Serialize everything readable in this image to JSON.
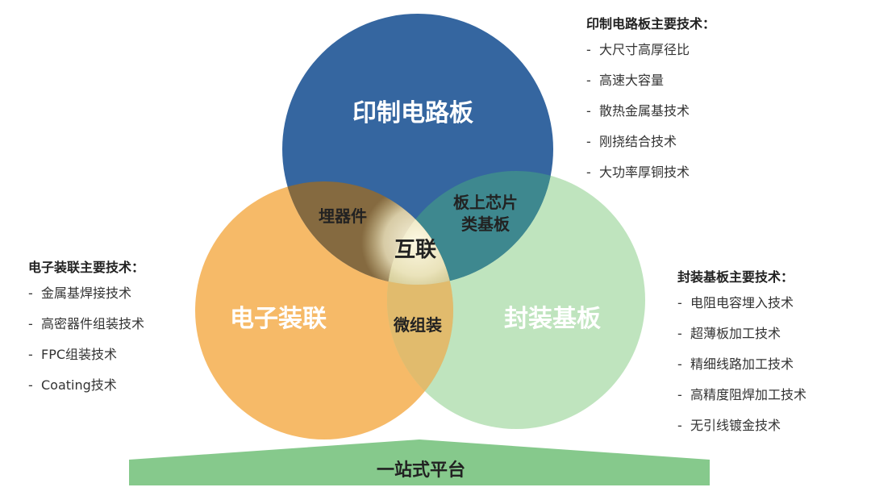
{
  "circles": {
    "pcb": {
      "label": "印制电路板",
      "color": "#1f5596"
    },
    "assembly": {
      "label": "电子装联",
      "color": "#f5b660"
    },
    "substrate": {
      "label": "封装基板",
      "color": "#a9dba8"
    }
  },
  "intersections": {
    "embedded_components": "埋器件",
    "chip_on_board_line1": "板上芯片",
    "chip_on_board_line2": "类基板",
    "micro_assembly": "微组装",
    "interconnect": "互联"
  },
  "platform": {
    "label": "一站式平台",
    "color": "#86c98c"
  },
  "pcb_tech": {
    "title": "印制电路板主要技术：",
    "items": [
      "大尺寸高厚径比",
      "高速大容量",
      "散热金属基技术",
      "刚挠结合技术",
      "大功率厚铜技术"
    ]
  },
  "assembly_tech": {
    "title": "电子装联主要技术：",
    "items": [
      "金属基焊接技术",
      "高密器件组装技术",
      "FPC组装技术",
      "Coating技术"
    ]
  },
  "substrate_tech": {
    "title": "封装基板主要技术：",
    "items": [
      "电阻电容埋入技术",
      "超薄板加工技术",
      "精细线路加工技术",
      "高精度阻焊加工技术",
      "无引线镀金技术"
    ]
  },
  "list_marker": "-"
}
